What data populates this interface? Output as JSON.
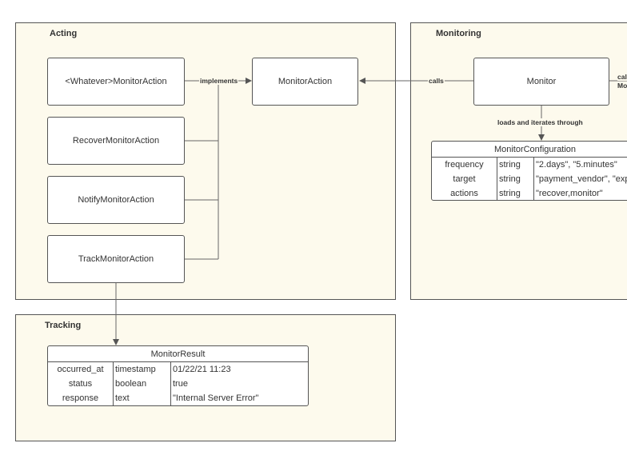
{
  "regions": {
    "acting": "Acting",
    "monitoring": "Monitoring",
    "tracking": "Tracking"
  },
  "nodes": {
    "whatever_action": "<Whatever>MonitorAction",
    "recover_action": "RecoverMonitorAction",
    "notify_action": "NotifyMonitorAction",
    "track_action": "TrackMonitorAction",
    "monitor_action": "MonitorAction",
    "monitor": "Monitor"
  },
  "edges": {
    "implements": "implements",
    "calls_left": "calls",
    "loads": "loads and iterates through",
    "calls_right_1": "cal",
    "calls_right_2": "Mo"
  },
  "monitor_configuration": {
    "title": "MonitorConfiguration",
    "rows": [
      [
        "frequency",
        "string",
        "\"2.days\", \"5.minutes\""
      ],
      [
        "target",
        "string",
        "\"payment_vendor\", \"exp"
      ],
      [
        "actions",
        "string",
        "\"recover,monitor\""
      ]
    ]
  },
  "monitor_result": {
    "title": "MonitorResult",
    "rows": [
      [
        "occurred_at",
        "timestamp",
        "01/22/21 11:23"
      ],
      [
        "status",
        "boolean",
        "true"
      ],
      [
        "response",
        "text",
        "\"Internal Server Error\""
      ]
    ]
  }
}
